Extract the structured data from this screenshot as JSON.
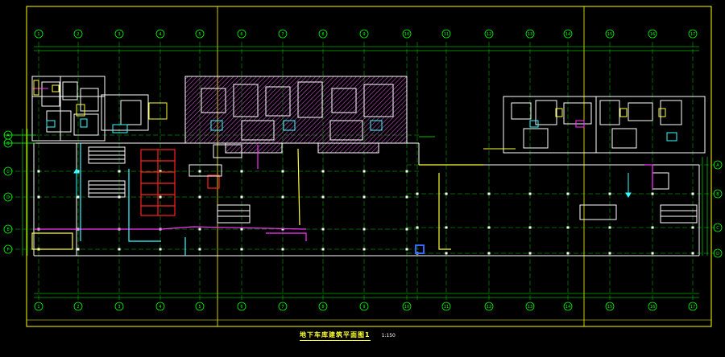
{
  "drawing": {
    "title": "地下车库建筑平面图1",
    "scale": "1:150"
  },
  "colors": {
    "background": "#000000",
    "grid_line": "#00ff00",
    "frame": "#ffff00",
    "wall": "#ffffff",
    "hatch": "#ff66ff",
    "pipe_magenta": "#ff33ff",
    "pipe_cyan": "#33ffff",
    "pipe_yellow": "#ffff33",
    "stair_red": "#ff2020",
    "accent_blue": "#3366ff"
  },
  "axis_labels_top": [
    "1",
    "2",
    "3",
    "4",
    "5",
    "6",
    "7",
    "8",
    "9",
    "10",
    "11",
    "12",
    "13",
    "14",
    "15",
    "16",
    "17"
  ],
  "axis_labels_bottom": [
    "1",
    "2",
    "3",
    "4",
    "5",
    "6",
    "7",
    "8",
    "9",
    "10",
    "11",
    "12",
    "13",
    "14",
    "15",
    "16",
    "17"
  ],
  "axis_labels_left": [
    "A",
    "B",
    "C",
    "D",
    "E",
    "F"
  ],
  "axis_labels_right": [
    "A",
    "B",
    "C",
    "D"
  ],
  "icons": [
    "axis-bubble-icon",
    "stair-icon",
    "ramp-arrow-icon",
    "north-hatch-icon"
  ]
}
